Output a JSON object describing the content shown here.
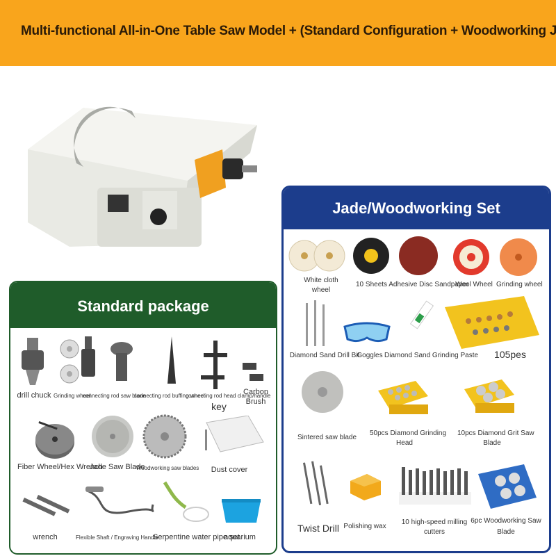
{
  "banner": {
    "title": "Multi-functional All-in-One Table Saw Model + (Standard Configuration + Woodworking Jade)"
  },
  "standard": {
    "title": "Standard package",
    "items": {
      "drill_chuck": "drill chuck",
      "grinding_wheel": "Grinding wheel",
      "connecting_rod_saw_blade": "connecting rod saw blade",
      "connecting_rod_buffing_wheel": "connecting rod buffing wheel",
      "connecting_rod_head_clamp": "connecting rod head clamp/handle",
      "key": "key",
      "carbon_brush_1": "Carbon",
      "carbon_brush_2": "Brush",
      "fiber_wheel": "Fiber Wheel/Hex Wrench",
      "jade_saw_blade": "Jade Saw Blade",
      "woodworking_saw_blades": "Woodworking saw blades",
      "dust_cover": "Dust cover",
      "wrench": "wrench",
      "flexible_shaft": "Flexible Shaft / Engraving Handle",
      "water_pipe": "Serpentine water pipe set",
      "aquarium": "aquarium"
    }
  },
  "jade": {
    "title": "Jade/Woodworking Set",
    "items": {
      "white_cloth_wheel_1": "White cloth",
      "white_cloth_wheel_2": "wheel",
      "sandpaper": "10 Sheets Adhesive Disc Sandpaper",
      "wool_wheel": "Wool Wheel",
      "grinding_wheel": "Grinding wheel",
      "diamond_drill": "Diamond Sand Drill Bit",
      "goggles": "Goggles",
      "grinding_paste": "Diamond Sand Grinding Paste",
      "count_105": "105pes",
      "sintered_blade": "Sintered saw blade",
      "grinding_head_1": "50pcs Diamond Grinding",
      "grinding_head_2": "Head",
      "grit_blade_1": "10pcs Diamond Grit Saw",
      "grit_blade_2": "Blade",
      "twist_drill": "Twist Drill",
      "polishing_wax": "Polishing wax",
      "milling_cutters_1": "10 high-speed milling",
      "milling_cutters_2": "cutters",
      "wood_saw_1": "6pc Woodworking Saw",
      "wood_saw_2": "Blade"
    }
  },
  "colors": {
    "banner": "#f9a51c",
    "standard_header": "#1f5c2a",
    "jade_header": "#1c3d8c"
  }
}
